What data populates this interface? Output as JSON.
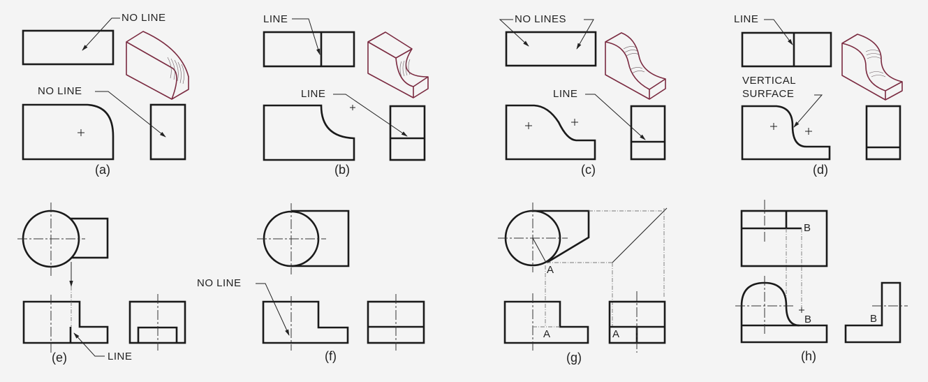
{
  "figure": {
    "captions": [
      "(a)",
      "(b)",
      "(c)",
      "(d)",
      "(e)",
      "(f)",
      "(g)",
      "(h)"
    ],
    "labels": {
      "a_top": "NO LINE",
      "a_front": "NO LINE",
      "b_top": "LINE",
      "b_side": "LINE",
      "c_top": "NO LINES",
      "c_side": "LINE",
      "d_top": "LINE",
      "d_front_1": "VERTICAL",
      "d_front_2": "SURFACE",
      "e_line": "LINE",
      "f_noline": "NO LINE",
      "g_top_a": "A",
      "g_front_a": "A",
      "g_side_a": "A",
      "h_top_b": "B",
      "h_front_b": "B",
      "h_side_b": "B"
    },
    "colors": {
      "object_line": "#1a1a1a",
      "isometric_line": "#7a2a40",
      "background": "#f4f4f4"
    }
  }
}
